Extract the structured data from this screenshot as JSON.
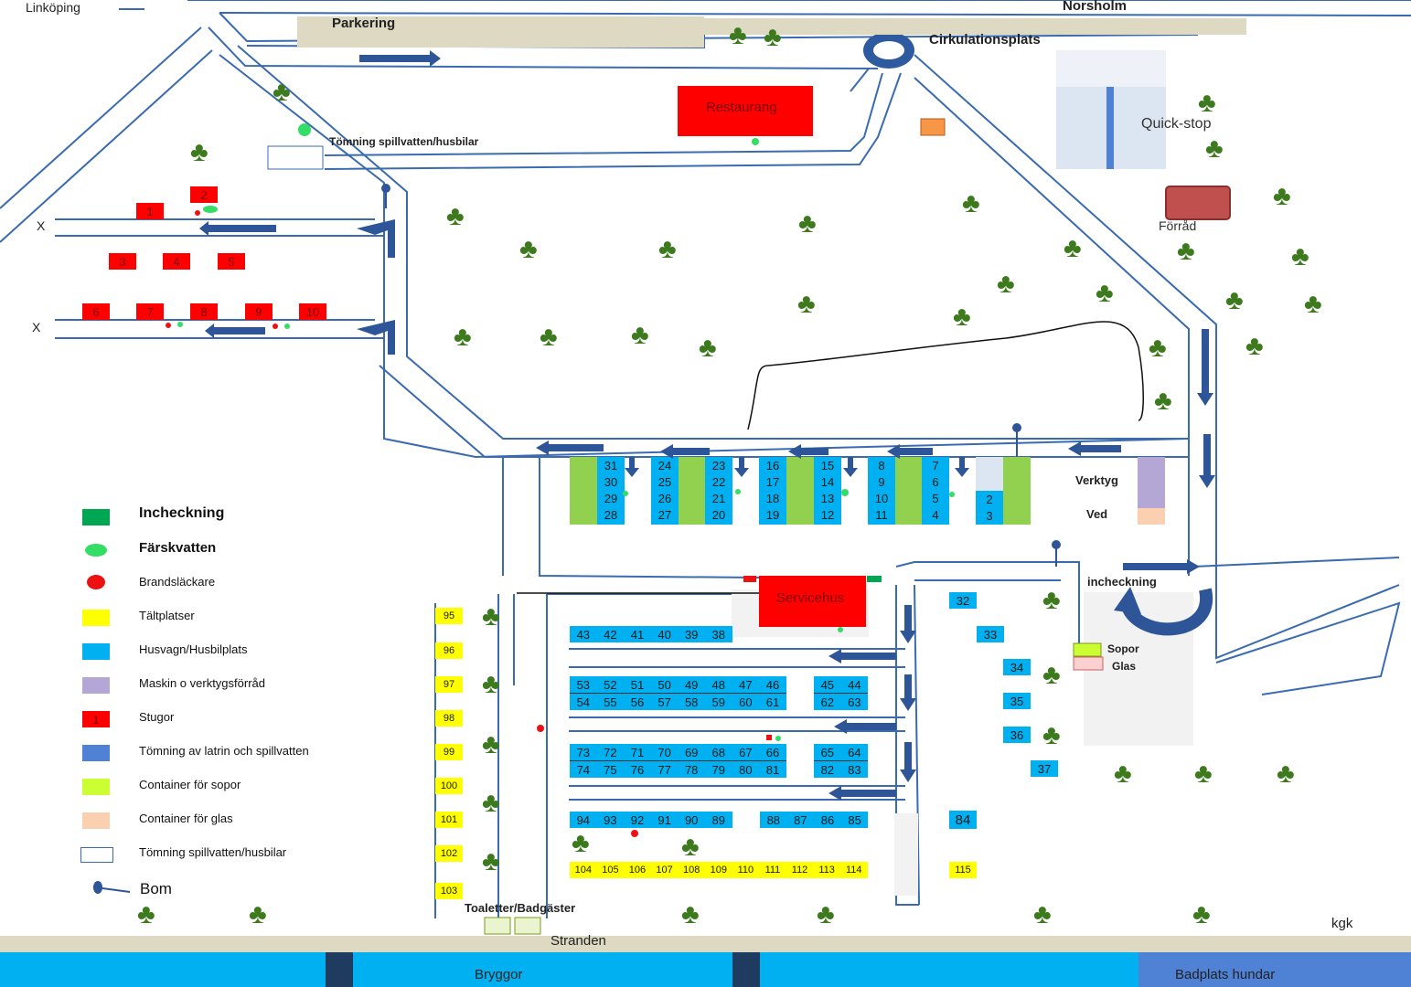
{
  "top": {
    "left_town": "Linköping",
    "right_town": "Norsholm",
    "parking": "Parkering",
    "roundabout": "Cirkulationsplats"
  },
  "places": {
    "restaurant": "Restaurang",
    "quickstop": "Quick-stop",
    "storage": "Förråd",
    "drain": "Tömning spillvatten/husbilar",
    "service": "Servicehus",
    "checkin": "incheckning",
    "tools": "Verktyg",
    "wood": "Ved",
    "garbage": "Sopor",
    "glass": "Glas",
    "toilets": "Toaletter/Badgäster",
    "beach": "Stranden",
    "piers": "Bryggor",
    "dogbeach": "Badplats hundar",
    "sign": "kgk",
    "x_mark": "X"
  },
  "cabins": [
    "1",
    "2",
    "3",
    "4",
    "5",
    "6",
    "7",
    "8",
    "9",
    "10"
  ],
  "pitch_columns": [
    [
      "31",
      "30",
      "29",
      "28"
    ],
    [
      "24",
      "25",
      "26",
      "27"
    ],
    [
      "23",
      "22",
      "21",
      "20"
    ],
    [
      "16",
      "17",
      "18",
      "19"
    ],
    [
      "15",
      "14",
      "13",
      "12"
    ],
    [
      "8",
      "9",
      "10",
      "11"
    ],
    [
      "7",
      "6",
      "5",
      "4"
    ],
    [
      "2",
      "3"
    ]
  ],
  "right_pitches": [
    "32",
    "33",
    "34",
    "35",
    "36",
    "37",
    "84",
    "115"
  ],
  "rows": {
    "r1": [
      "43",
      "42",
      "41",
      "40",
      "39",
      "38"
    ],
    "r2a": [
      "53",
      "52",
      "51",
      "50",
      "49",
      "48",
      "47",
      "46"
    ],
    "r2b": [
      "54",
      "55",
      "56",
      "57",
      "58",
      "59",
      "60",
      "61"
    ],
    "r2c": [
      "45",
      "44"
    ],
    "r2d": [
      "62",
      "63"
    ],
    "r3a": [
      "73",
      "72",
      "71",
      "70",
      "69",
      "68",
      "67",
      "66"
    ],
    "r3b": [
      "74",
      "75",
      "76",
      "77",
      "78",
      "79",
      "80",
      "81"
    ],
    "r3c": [
      "65",
      "64"
    ],
    "r3d": [
      "82",
      "83"
    ],
    "r4a": [
      "94",
      "93",
      "92",
      "91",
      "90",
      "89"
    ],
    "r4b": [
      "88",
      "87",
      "86",
      "85"
    ],
    "tents_bottom": [
      "104",
      "105",
      "106",
      "107",
      "108",
      "109",
      "110",
      "111",
      "112",
      "113",
      "114"
    ],
    "tents_left": [
      "95",
      "96",
      "97",
      "98",
      "99",
      "100",
      "101",
      "102",
      "103"
    ]
  },
  "legend": [
    {
      "label": "Incheckning",
      "color": "#00a651"
    },
    {
      "label": "Färskvatten",
      "color": "#33dd66"
    },
    {
      "label": "Brandsläckare",
      "color": "#ee1111"
    },
    {
      "label": "Tältplatser",
      "color": "#ffff00"
    },
    {
      "label": "Husvagn/Husbilplats",
      "color": "#00b0f0"
    },
    {
      "label": "Maskin o verktygsförråd",
      "color": "#b4a7d6"
    },
    {
      "label": "Stugor",
      "color": "#ff0000",
      "mark": "1"
    },
    {
      "label": "Tömning av latrin och spillvatten",
      "color": "#4f81d4"
    },
    {
      "label": "Container för sopor",
      "color": "#ccff33"
    },
    {
      "label": "Container för glas",
      "color": "#fbd0b0"
    },
    {
      "label": "Tömning spillvatten/husbilar",
      "color": "#ffffff"
    },
    {
      "label": "Bom",
      "color": "#2e5597"
    }
  ]
}
